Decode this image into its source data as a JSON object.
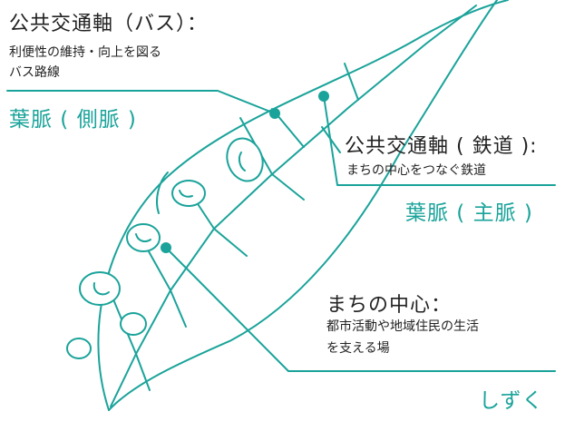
{
  "colors": {
    "teal": "#1aa39a",
    "text": "#222222"
  },
  "bus": {
    "title": "公共交通軸（バス）：",
    "desc_line1": "利便性の維持・向上を図る",
    "desc_line2": "バス路線",
    "leaf_term": "葉脈 ( 側脈 )"
  },
  "rail": {
    "title": "公共交通軸 ( 鉄道 ):",
    "desc": "まちの中心をつなぐ鉄道",
    "leaf_term": "葉脈 ( 主脈 )"
  },
  "center": {
    "title": "まちの中心：",
    "desc_line1": "都市活動や地域住民の生活",
    "desc_line2": "を支える場",
    "leaf_term": "しずく"
  }
}
